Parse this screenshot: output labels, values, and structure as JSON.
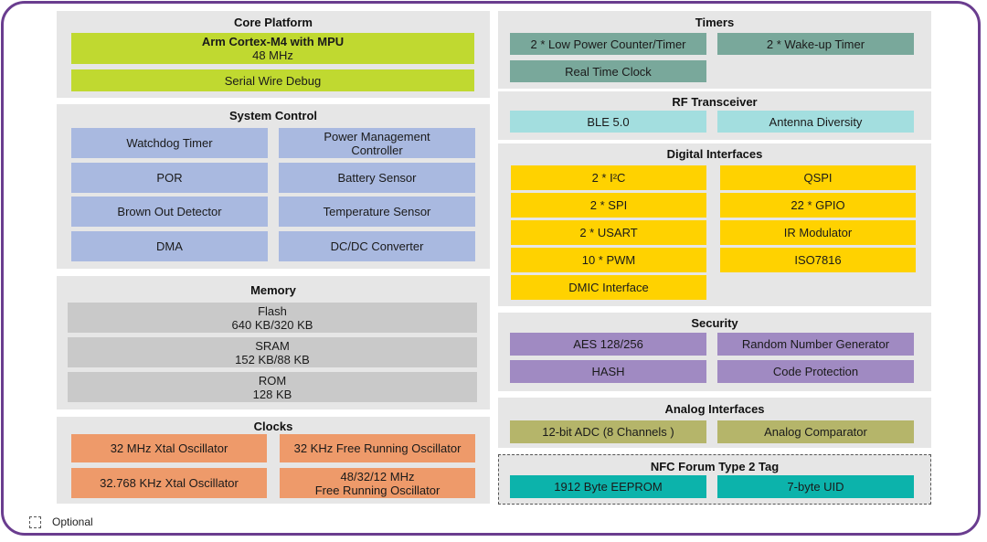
{
  "core_platform": {
    "title": "Core Platform",
    "cpu_name": "Arm Cortex-M4 with MPU",
    "cpu_freq": "48 MHz",
    "debug": "Serial Wire Debug"
  },
  "system_control": {
    "title": "System Control",
    "items": [
      "Watchdog Timer",
      "Power Management Controller",
      "POR",
      "Battery Sensor",
      "Brown Out Detector",
      "Temperature Sensor",
      "DMA",
      "DC/DC Converter"
    ]
  },
  "memory": {
    "title": "Memory",
    "flash_name": "Flash",
    "flash_size": "640 KB/320 KB",
    "sram_name": "SRAM",
    "sram_size": "152 KB/88 KB",
    "rom_name": "ROM",
    "rom_size": "128 KB"
  },
  "clocks": {
    "title": "Clocks",
    "items": [
      "32 MHz Xtal Oscillator",
      "32 KHz Free Running Oscillator",
      "32.768 KHz Xtal Oscillator"
    ],
    "freerun_line1": "48/32/12 MHz",
    "freerun_line2": "Free Running Oscillator"
  },
  "timers": {
    "title": "Timers",
    "items": [
      "2 * Low Power Counter/Timer",
      "2 * Wake-up Timer",
      "Real Time Clock"
    ]
  },
  "rf": {
    "title": "RF Transceiver",
    "items": [
      "BLE 5.0",
      "Antenna Diversity"
    ]
  },
  "digital": {
    "title": "Digital Interfaces",
    "items": [
      "2  * I²C",
      "QSPI",
      "2 * SPI",
      "22 * GPIO",
      "2 * USART",
      "IR Modulator",
      "10 * PWM",
      "ISO7816",
      "DMIC Interface"
    ]
  },
  "security": {
    "title": "Security",
    "items": [
      "AES 128/256",
      "Random Number Generator",
      "HASH",
      "Code Protection"
    ]
  },
  "analog": {
    "title": "Analog Interfaces",
    "items": [
      "12-bit ADC (8 Channels )",
      "Analog Comparator"
    ]
  },
  "nfc": {
    "title": "NFC Forum Type 2 Tag",
    "items": [
      "1912 Byte EEPROM",
      "7-byte UID"
    ]
  },
  "legend": {
    "optional_label": "Optional"
  },
  "colors": {
    "frame": "#6a3d8f",
    "panel": "#e6e6e6",
    "lime": "#c0d930",
    "blue": "#a9b9e0",
    "gray": "#c9c9c9",
    "orange": "#ee9a6a",
    "dark_teal": "#79a89b",
    "cyan": "#a3dedf",
    "yellow": "#ffd200",
    "purple": "#a08ac2",
    "olive": "#b5b56a",
    "teal": "#0cb3ab"
  }
}
